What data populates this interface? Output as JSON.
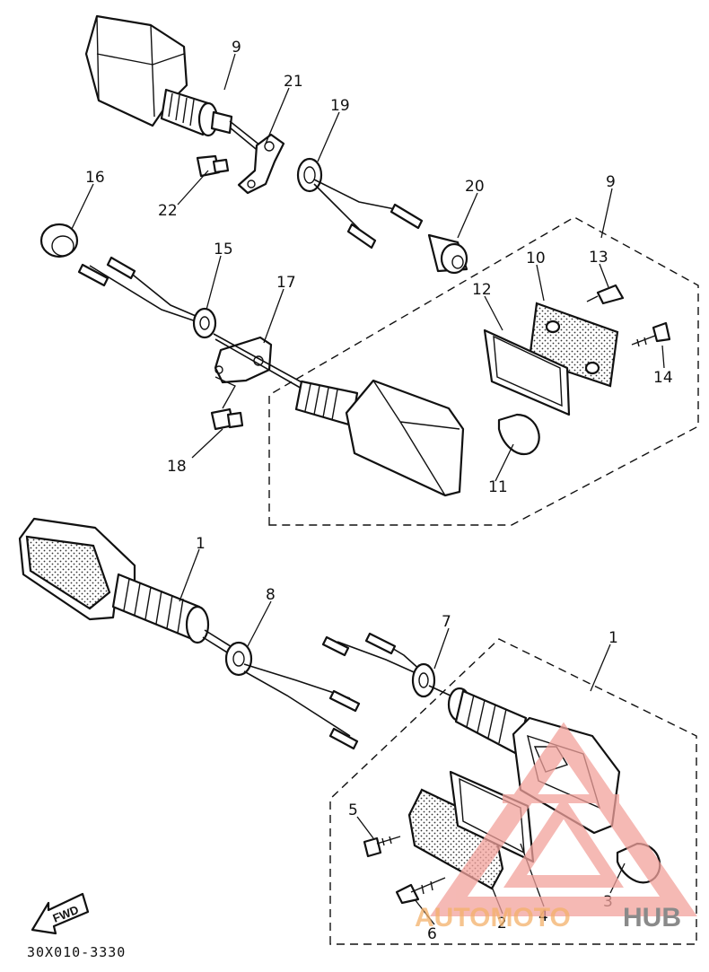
{
  "diagram_code": "30X010-3330",
  "fwd_label": "FWD",
  "watermark": {
    "brand_auto": "AUTOMOTO",
    "brand_hub": "HUB",
    "accent_color": "#f2a29c",
    "text_color": "#f3b06a"
  },
  "callouts": {
    "c9a": "9",
    "c21": "21",
    "c19": "19",
    "c16": "16",
    "c22": "22",
    "c20": "20",
    "c9b": "9",
    "c10": "10",
    "c13": "13",
    "c15": "15",
    "c17": "17",
    "c12": "12",
    "c14": "14",
    "c18": "18",
    "c11": "11",
    "c1a": "1",
    "c8": "8",
    "c7": "7",
    "c1b": "1",
    "c5": "5",
    "c3": "3",
    "c6": "6",
    "c2": "2",
    "c4": "4"
  }
}
